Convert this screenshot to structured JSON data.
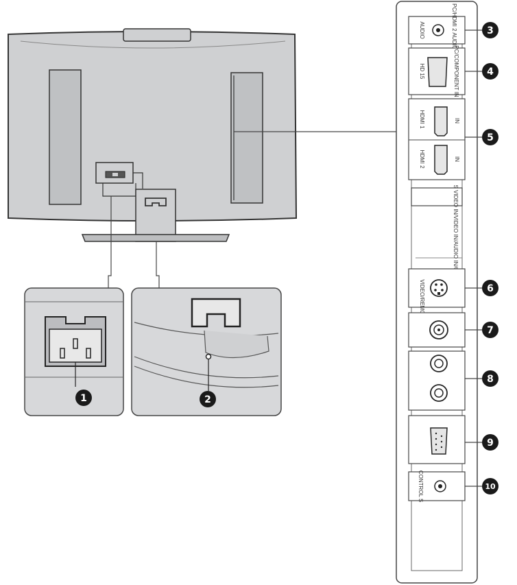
{
  "colors": {
    "tv_back": "#cfd0d2",
    "line": "#444444",
    "callout_bg": "#1a1a1a",
    "callout_fg": "#ffffff"
  },
  "panel": {
    "audio_label": "AUDIO",
    "audio_sublabel": "PC/HDMI 2 AUDIO IN",
    "hd15_label": "HD 15",
    "hd15_sublabel": "PC/COMPONENT IN",
    "hdmi1_label": "HDMI 1",
    "hdmi_in_label": "IN",
    "hdmi2_label": "HDMI 2",
    "av_label": "S VIDEO IN/VIDEO IN/AUDIO IN/OUT",
    "video_remote_label": "VIDEO/REMOTE",
    "control_s_label": "CONTROL S"
  },
  "callouts": [
    "1",
    "2",
    "3",
    "4",
    "5",
    "6",
    "7",
    "8",
    "9",
    "10"
  ]
}
